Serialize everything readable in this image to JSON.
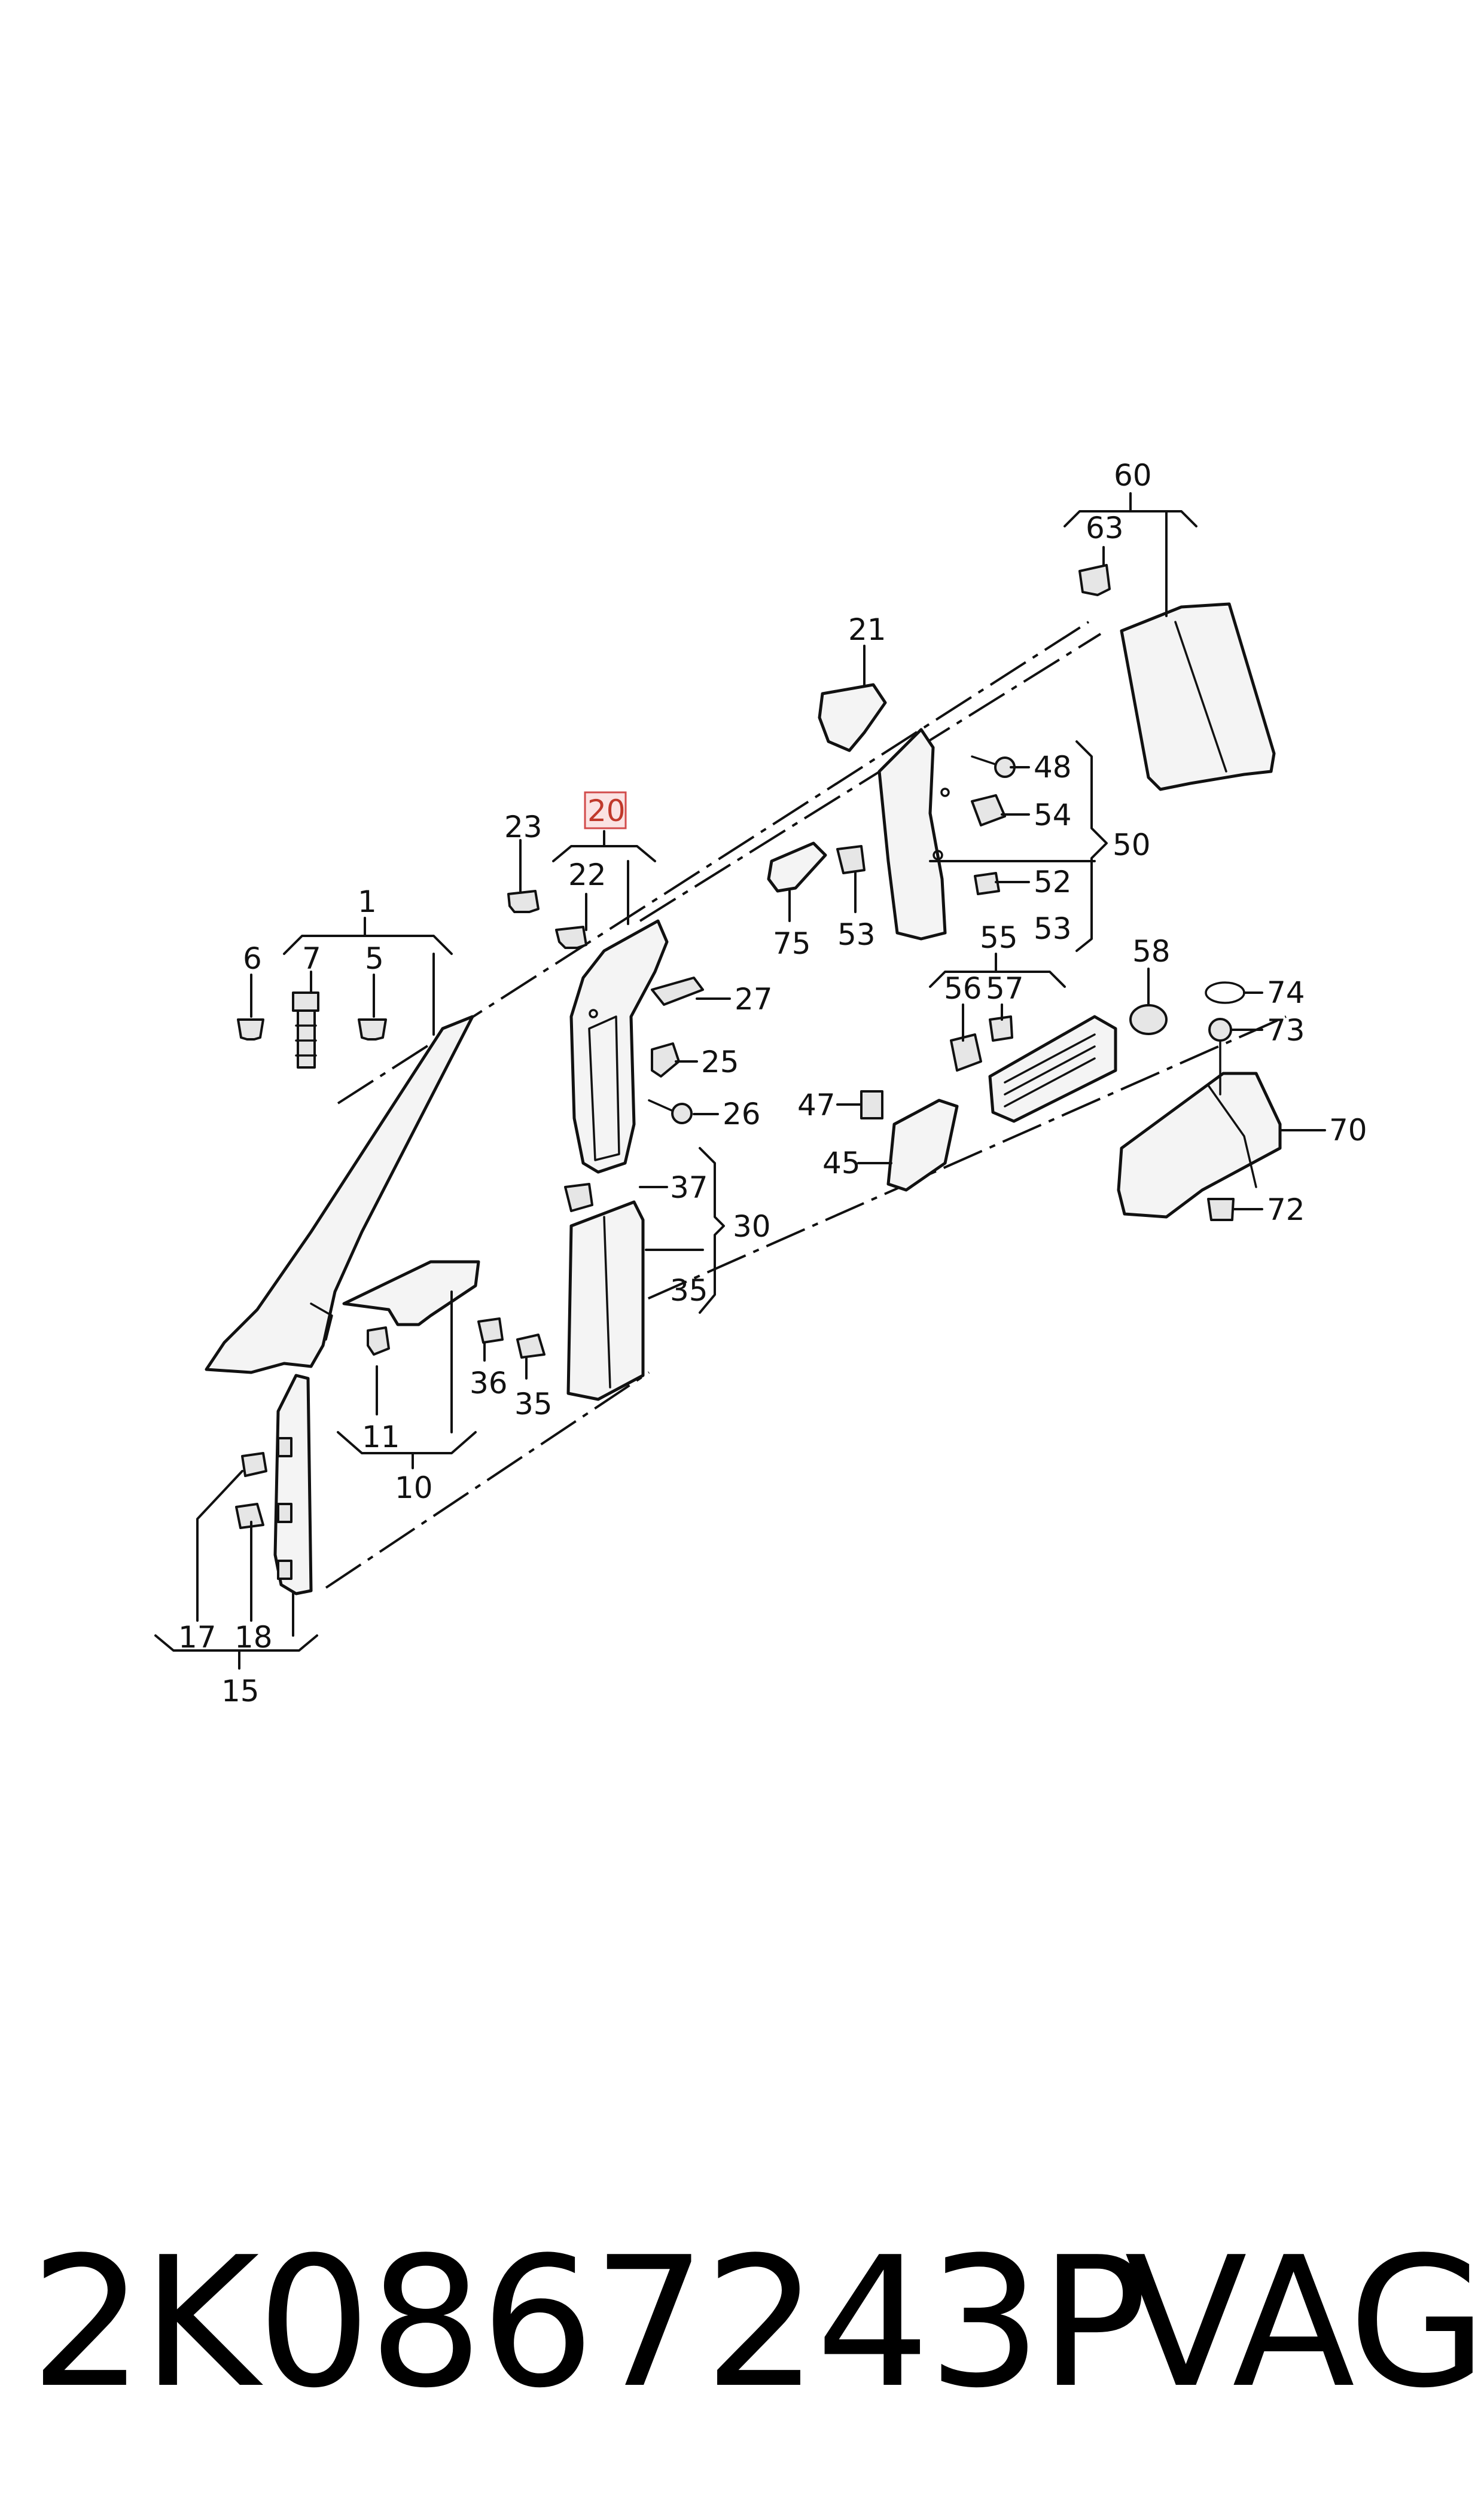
{
  "footer": {
    "part_number": "2K0867243P",
    "brand": "VAG"
  },
  "highlighted_callout": "20",
  "accent_color": "#d24b4b",
  "callouts": {
    "c1": "1",
    "c5": "5",
    "c6": "6",
    "c7": "7",
    "c10": "10",
    "c11": "11",
    "c15": "15",
    "c17": "17",
    "c18": "18",
    "c20": "20",
    "c21": "21",
    "c22": "22",
    "c23": "23",
    "c25": "25",
    "c26": "26",
    "c27": "27",
    "c30": "30",
    "c35a": "35",
    "c35b": "35",
    "c36": "36",
    "c37": "37",
    "c45": "45",
    "c47": "47",
    "c48": "48",
    "c50": "50",
    "c52": "52",
    "c53a": "53",
    "c53b": "53",
    "c54": "54",
    "c55": "55",
    "c56": "56",
    "c57": "57",
    "c58": "58",
    "c60": "60",
    "c63": "63",
    "c70": "70",
    "c72": "72",
    "c73": "73",
    "c74": "74",
    "c75": "75"
  }
}
